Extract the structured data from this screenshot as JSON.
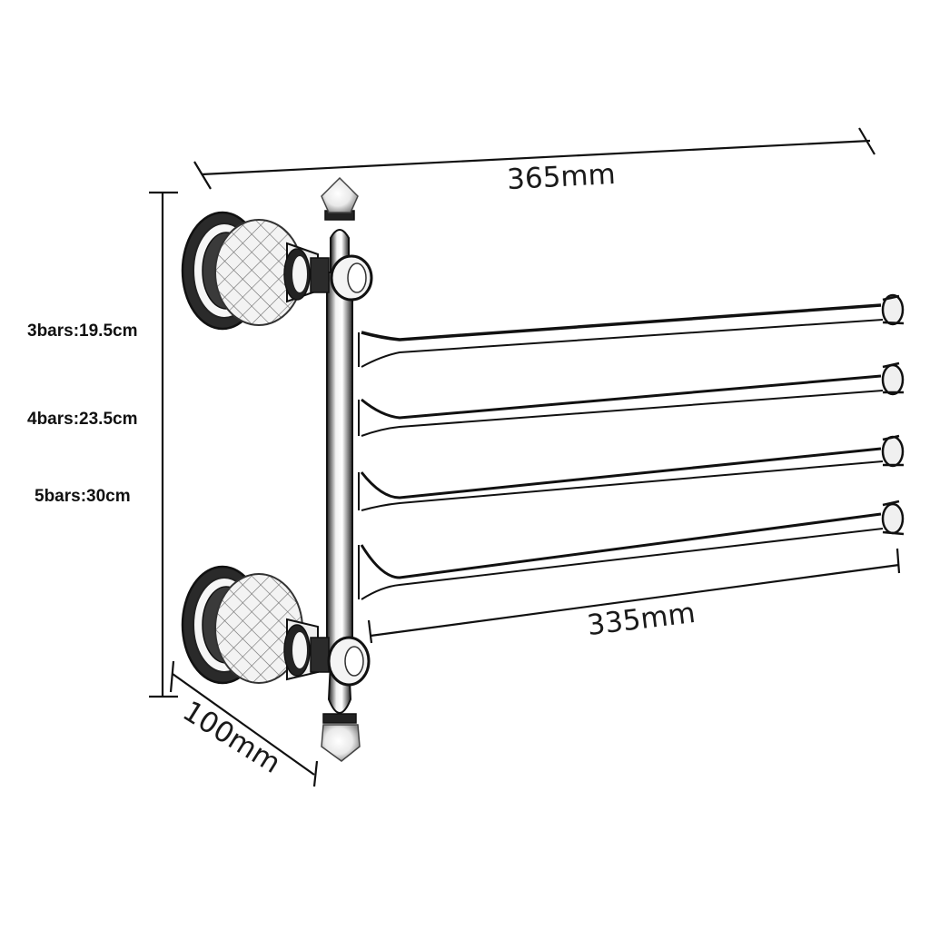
{
  "figure": {
    "kind": "product-dimension-diagram",
    "subject": "swivel towel rack",
    "bar_count_shown": 4
  },
  "dimensions": {
    "overall_width": "365mm",
    "bar_length": "335mm",
    "wall_depth": "100mm"
  },
  "height_options": [
    {
      "label": "3bars:19.5cm"
    },
    {
      "label": "4bars:23.5cm"
    },
    {
      "label": "5bars:30cm"
    }
  ],
  "colors": {
    "line": "#111111",
    "metal_dark": "#2a2a2a",
    "metal_light": "#f4f4f4"
  }
}
